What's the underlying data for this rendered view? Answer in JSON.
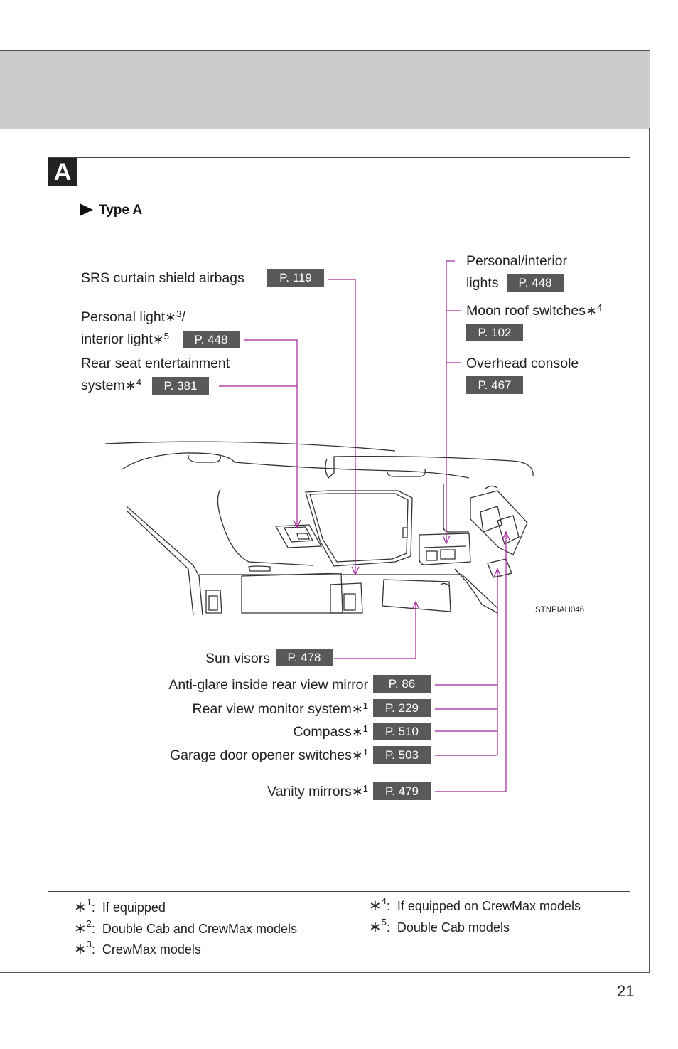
{
  "section": {
    "letter": "A",
    "type_label": "Type A"
  },
  "labels_top_left": {
    "srs": {
      "text": "SRS curtain shield airbags",
      "page": "P. 119"
    },
    "personal_light": {
      "line1": "Personal light",
      "line1_sup": "3",
      "line1_tail": "/",
      "line2": "interior light",
      "line2_sup": "5",
      "page": "P. 448"
    },
    "rear_seat": {
      "line1": "Rear seat entertainment",
      "line2": "system",
      "line2_sup": "4",
      "page": "P. 381"
    }
  },
  "labels_top_right": {
    "personal_interior": {
      "line1": "Personal/interior",
      "line2": "lights",
      "page": "P. 448"
    },
    "moon_roof": {
      "text": "Moon roof switches",
      "sup": "4",
      "page": "P. 102"
    },
    "overhead": {
      "text": "Overhead console",
      "page": "P. 467"
    }
  },
  "labels_bottom": {
    "sun_visors": {
      "text": "Sun visors",
      "page": "P. 478"
    },
    "anti_glare": {
      "text": "Anti-glare inside rear view mirror",
      "page": "P. 86"
    },
    "rear_view_monitor": {
      "text": "Rear view monitor system",
      "sup": "1",
      "page": "P. 229"
    },
    "compass": {
      "text": "Compass",
      "sup": "1",
      "page": "P. 510"
    },
    "garage_door": {
      "text": "Garage door opener switches",
      "sup": "1",
      "page": "P. 503"
    },
    "vanity": {
      "text": "Vanity mirrors",
      "sup": "1",
      "page": "P. 479"
    }
  },
  "star": "∗",
  "image_code": "STNPIAH046",
  "footnotes": [
    {
      "num": "1",
      "text": "If equipped"
    },
    {
      "num": "2",
      "text": "Double Cab and CrewMax models"
    },
    {
      "num": "3",
      "text": "CrewMax models"
    },
    {
      "num": "4",
      "text": "If equipped on CrewMax models"
    },
    {
      "num": "5",
      "text": "Double Cab models"
    }
  ],
  "page_number": "21",
  "colors": {
    "leader": "#a0239a",
    "pref_bg": "#595959",
    "header_band": "#cccccc"
  }
}
